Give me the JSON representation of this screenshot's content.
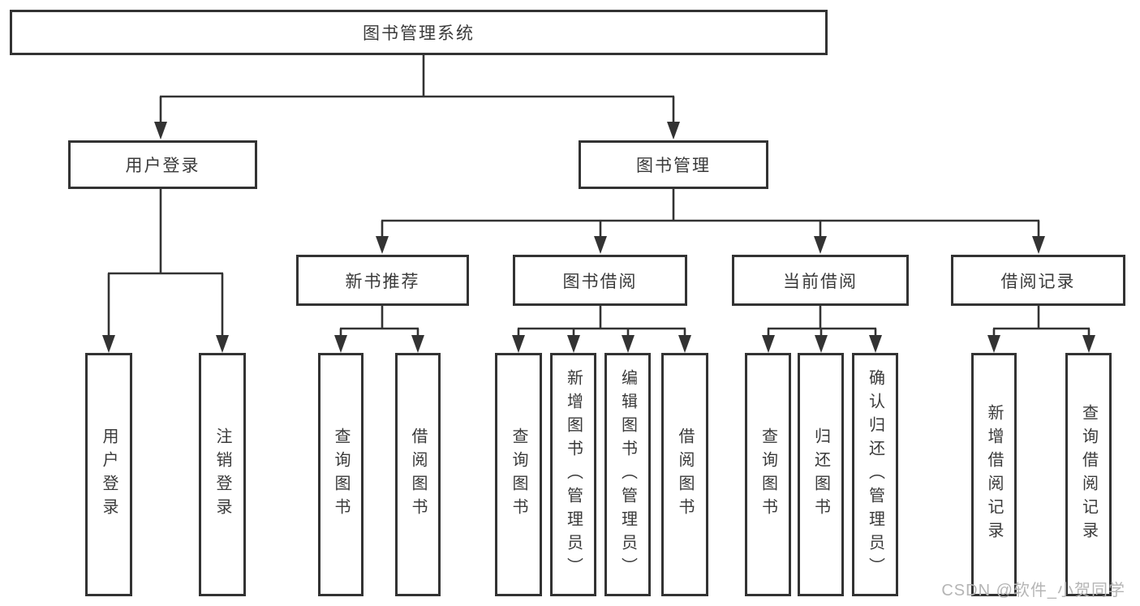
{
  "tree": {
    "root": {
      "label": "图书管理系统"
    },
    "branches": [
      {
        "label": "用户登录",
        "children": [
          {
            "label": "用户登录"
          },
          {
            "label": "注销登录"
          }
        ]
      },
      {
        "label": "图书管理",
        "children": [
          {
            "label": "新书推荐",
            "children": [
              {
                "label": "查询图书"
              },
              {
                "label": "借阅图书"
              }
            ]
          },
          {
            "label": "图书借阅",
            "children": [
              {
                "label": "查询图书"
              },
              {
                "label": "新增图书（管理员）"
              },
              {
                "label": "编辑图书（管理员）"
              },
              {
                "label": "借阅图书"
              }
            ]
          },
          {
            "label": "当前借阅",
            "children": [
              {
                "label": "查询图书"
              },
              {
                "label": "归还图书"
              },
              {
                "label": "确认归还（管理员）"
              }
            ]
          },
          {
            "label": "借阅记录",
            "children": [
              {
                "label": "新增借阅记录"
              },
              {
                "label": "查询借阅记录"
              }
            ]
          }
        ]
      }
    ]
  },
  "watermark": {
    "text": "CSDN @软件_小贺同学"
  },
  "colors": {
    "line": "#333333",
    "text": "#3a3a3a",
    "background": "#ffffff",
    "watermark": "#b5b5b5"
  }
}
